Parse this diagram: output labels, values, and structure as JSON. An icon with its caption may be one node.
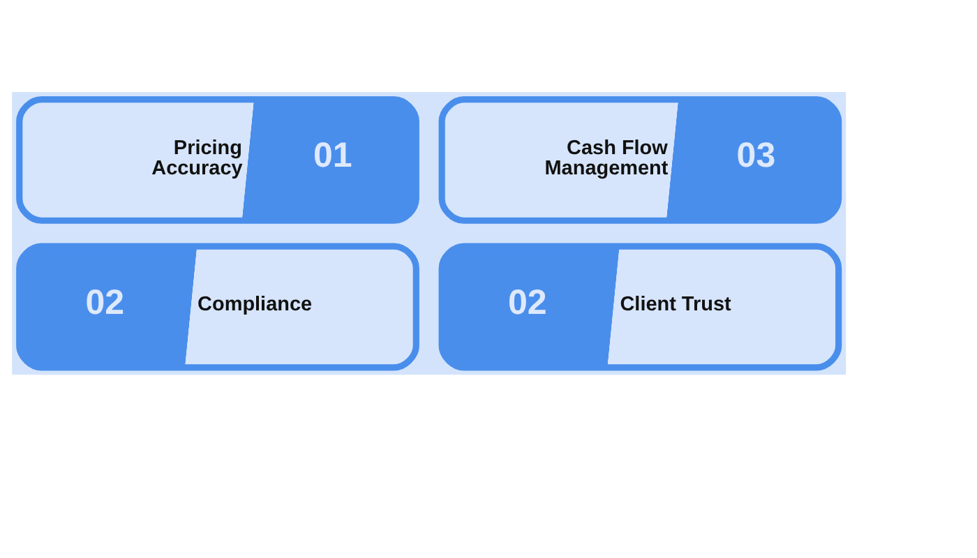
{
  "diagram": {
    "nodes": [
      {
        "text": [
          "Pricing Accuracy",
          "01"
        ]
      },
      {
        "text": [
          "Cash Flow Management",
          "03"
        ]
      },
      {
        "text": [
          "02",
          "Compliance"
        ]
      },
      {
        "text": [
          "02",
          "Client Trust"
        ]
      }
    ]
  }
}
